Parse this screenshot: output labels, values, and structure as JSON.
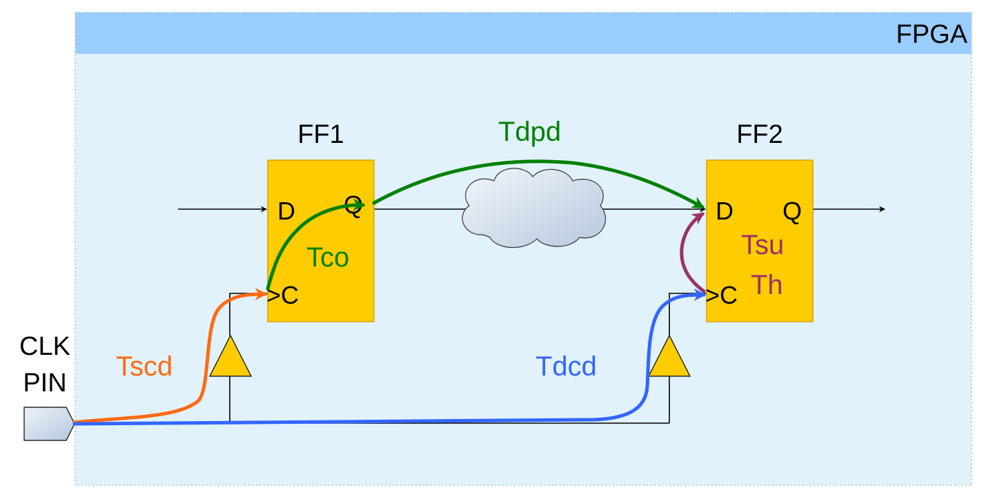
{
  "container": {
    "title": "FPGA",
    "colors": {
      "header": "#99ccff",
      "body": "#e1f2fc",
      "border": "#9aa9b4"
    }
  },
  "clock_pin": {
    "label_line1": "CLK",
    "label_line2": "PIN"
  },
  "flipflops": [
    {
      "name": "FF1",
      "d_label": "D",
      "q_label": "Q",
      "c_label": ">C"
    },
    {
      "name": "FF2",
      "d_label": "D",
      "q_label": "Q",
      "c_label": ">C"
    }
  ],
  "timing_labels": {
    "tscd": "Tscd",
    "tco": "Tco",
    "tdpd": "Tdpd",
    "tdcd": "Tdcd",
    "tsu": "Tsu",
    "th": "Th"
  },
  "colors": {
    "flipflop_fill": "#ffcc00",
    "flipflop_stroke": "#d79b00",
    "tscd": "#ff6a13",
    "tco": "#008000",
    "tdpd": "#008000",
    "tdcd": "#3366ff",
    "tsu_th": "#993366",
    "wire": "#000000"
  },
  "icons": {
    "buffer": "triangle-buffer-icon",
    "logic": "cloud-icon",
    "pin": "pentagon-pin-icon"
  }
}
